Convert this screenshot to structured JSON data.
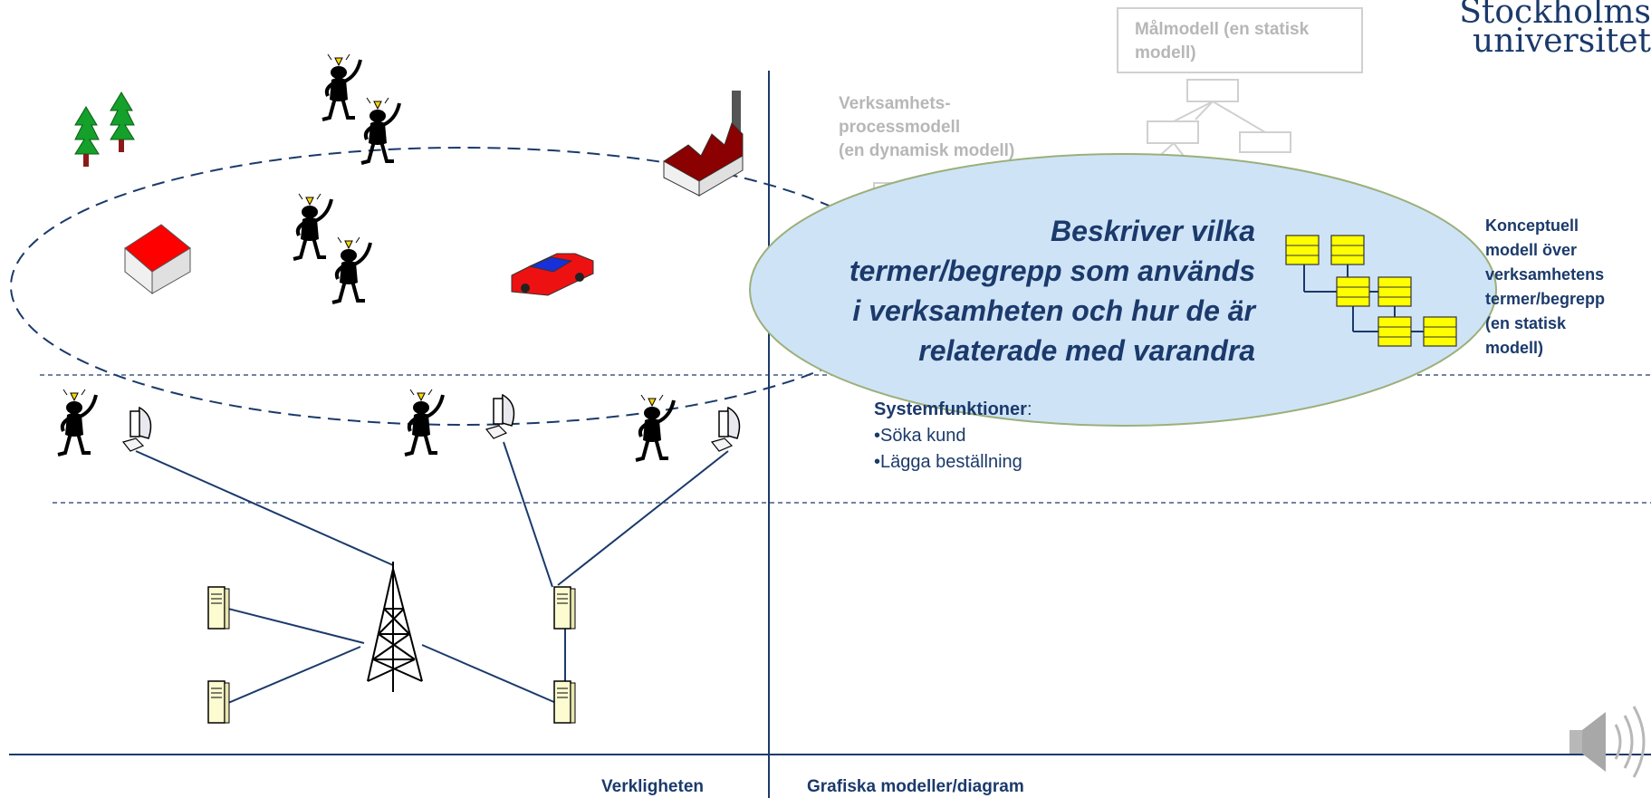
{
  "logo": {
    "line1": "Stockholms",
    "line2": "universitet"
  },
  "top_models": {
    "malmodell": "Målmodell (en statisk modell)",
    "verksamhets_line1": "Verksamhets-",
    "verksamhets_line2": "processmodell",
    "verksamhets_line3": "(en dynamisk modell)"
  },
  "callout": {
    "line1": "Beskriver vilka",
    "line2": "termer/begrepp som används",
    "line3": "i verksamheten och hur de är",
    "line4": "relaterade med varandra"
  },
  "konceptuell": {
    "line1": "Konceptuell",
    "line2": "modell över",
    "line3": "verksamhetens",
    "line4": "termer/begrepp",
    "line5": "(en statisk",
    "line6": "modell)"
  },
  "system_functions": {
    "title": "Systemfunktioner",
    "colon": ":",
    "items": [
      "•Söka kund",
      "•Lägga beställning"
    ]
  },
  "bottom_labels": {
    "left": "Verkligheten",
    "right": "Grafiska modeller/diagram"
  },
  "colors": {
    "navy": "#1b3a6b",
    "callout_fill": "#cfe3f7",
    "callout_stroke": "#9bb07a",
    "concept_box": "#ffff00",
    "faded": "#b7b7b7"
  },
  "icons": [
    "tree-icon",
    "person-icon",
    "house-icon",
    "car-icon",
    "factory-icon",
    "computer-icon",
    "server-icon",
    "antenna-tower-icon",
    "speaker-icon"
  ]
}
